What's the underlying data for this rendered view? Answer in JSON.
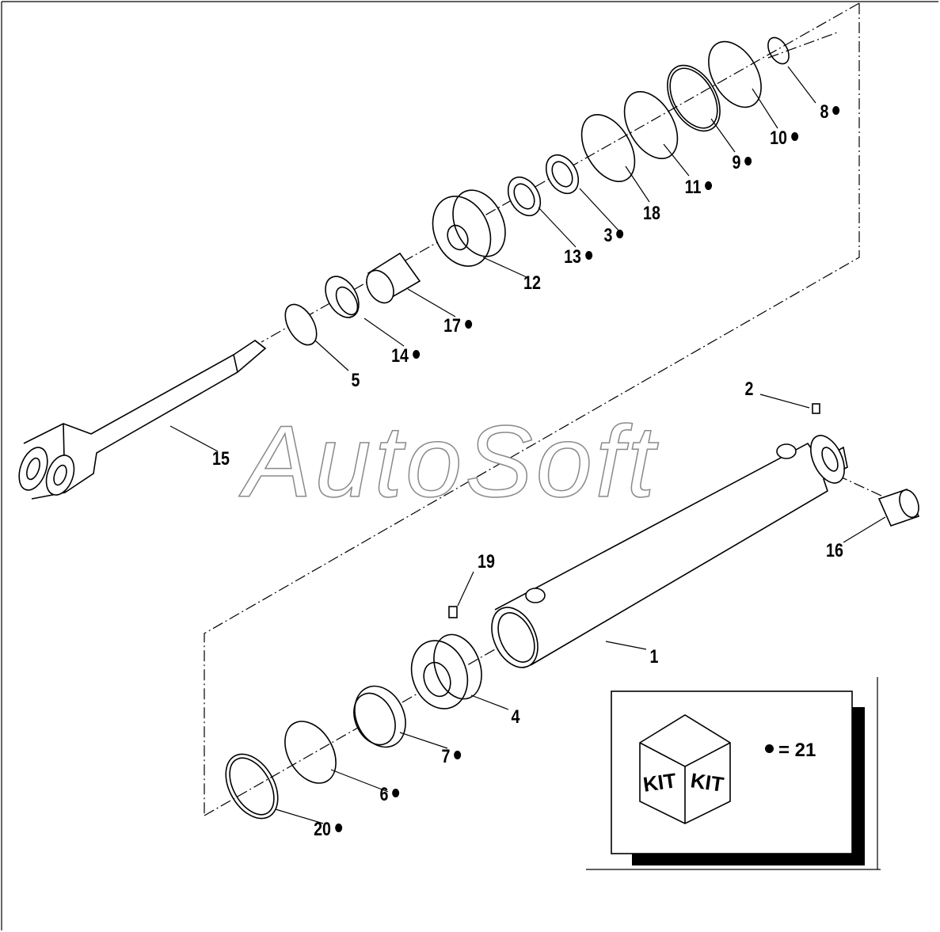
{
  "watermark": "AutoSoft",
  "callouts": [
    {
      "id": "1",
      "label": "1",
      "kit": false
    },
    {
      "id": "2",
      "label": "2",
      "kit": false
    },
    {
      "id": "3",
      "label": "3",
      "kit": true
    },
    {
      "id": "4",
      "label": "4",
      "kit": false
    },
    {
      "id": "5",
      "label": "5",
      "kit": false
    },
    {
      "id": "6",
      "label": "6",
      "kit": true
    },
    {
      "id": "7",
      "label": "7",
      "kit": true
    },
    {
      "id": "8",
      "label": "8",
      "kit": true
    },
    {
      "id": "9",
      "label": "9",
      "kit": true
    },
    {
      "id": "10",
      "label": "10",
      "kit": true
    },
    {
      "id": "11",
      "label": "11",
      "kit": true
    },
    {
      "id": "12",
      "label": "12",
      "kit": false
    },
    {
      "id": "13",
      "label": "13",
      "kit": true
    },
    {
      "id": "14",
      "label": "14",
      "kit": true
    },
    {
      "id": "15",
      "label": "15",
      "kit": false
    },
    {
      "id": "16",
      "label": "16",
      "kit": false
    },
    {
      "id": "17",
      "label": "17",
      "kit": true
    },
    {
      "id": "18",
      "label": "18",
      "kit": false
    },
    {
      "id": "19",
      "label": "19",
      "kit": false
    },
    {
      "id": "20",
      "label": "20",
      "kit": true
    }
  ],
  "legend": {
    "kit_face_left": "KIT",
    "kit_face_right": "KIT",
    "text": "= 21"
  }
}
